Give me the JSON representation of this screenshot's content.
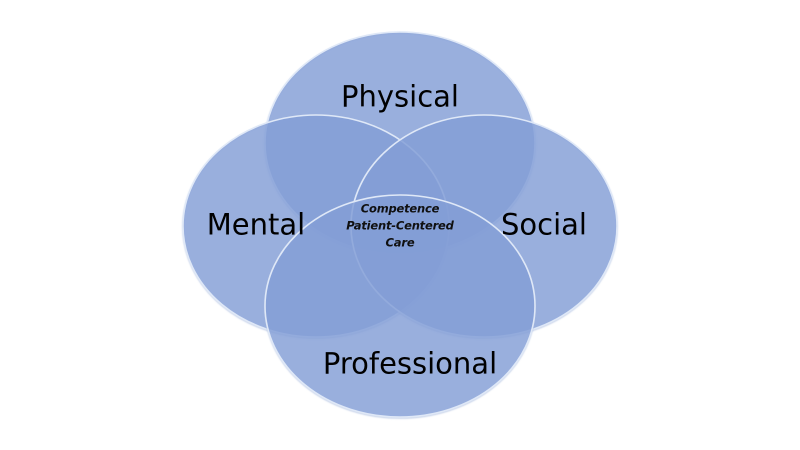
{
  "diagram": {
    "type": "venn",
    "sets": [
      {
        "id": "top",
        "label": "Physical"
      },
      {
        "id": "left",
        "label": "Mental"
      },
      {
        "id": "right",
        "label": "Social"
      },
      {
        "id": "bottom",
        "label": "Professional"
      }
    ],
    "center": {
      "lines": [
        "Competence",
        "Patient-Centered",
        "Care"
      ]
    },
    "colors": {
      "fill": "#7d9ad6",
      "fill_opacity": 0.7,
      "outline": "#dfe8f7",
      "background": "#ffffff"
    }
  }
}
